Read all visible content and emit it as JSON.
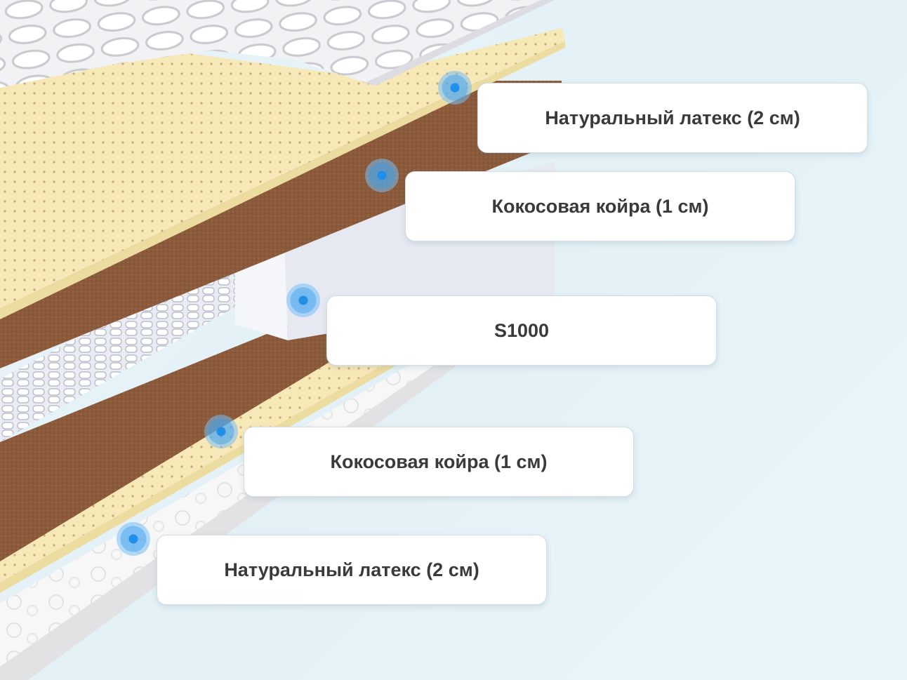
{
  "colors": {
    "latex": "#f6e7b4",
    "coir": "#8c5c3c",
    "foam": "#f1f3f8",
    "cover": "#f4f4f4",
    "marker": "#2a97ea"
  },
  "layers": [
    {
      "id": "latex-top",
      "label": "Натуральный латекс (2 см)"
    },
    {
      "id": "coir-top",
      "label": "Кокосовая койра (1 см)"
    },
    {
      "id": "springs",
      "label": "S1000"
    },
    {
      "id": "coir-bottom",
      "label": "Кокосовая койра (1 см)"
    },
    {
      "id": "latex-bottom",
      "label": "Натуральный латекс (2 см)"
    }
  ]
}
